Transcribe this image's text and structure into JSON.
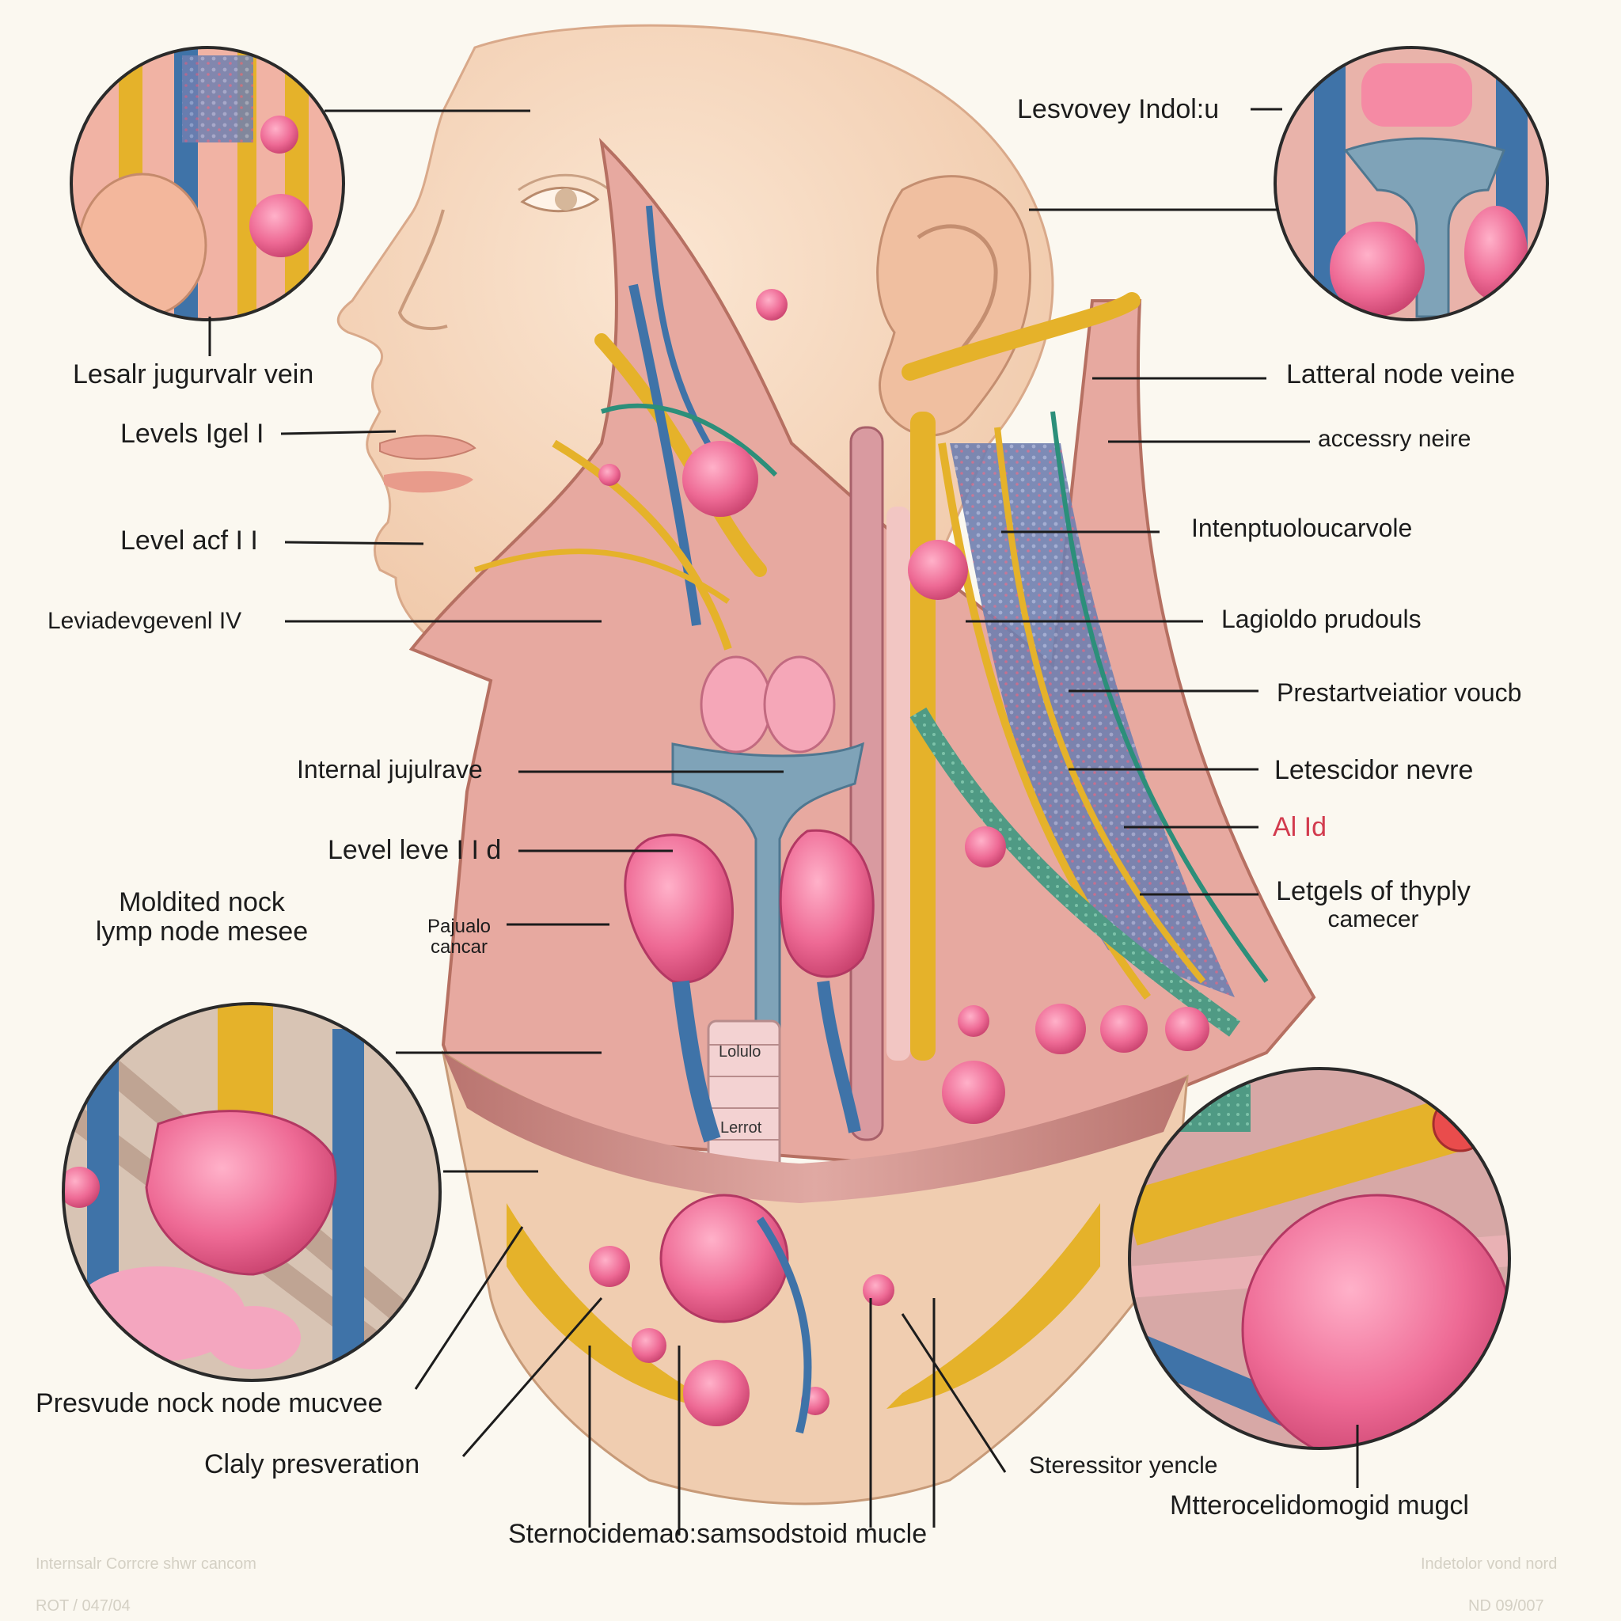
{
  "labels": {
    "left": {
      "jugular_vein": "Lesalr jugurvalr vein",
      "level_1": "Levels Igel I",
      "level_2": "Level acf I I",
      "level_4": "Leviadevgevenl IV",
      "internal_jugular": "Internal jujulrave",
      "level_ld": "Level leve I I d",
      "modified_neck_line1": "Moldited nock",
      "modified_neck_line2": "lymp node mesee",
      "papillary_line1": "Pajualo",
      "papillary_line2": "cancar",
      "preserved_node": "Presvude nock node mucvee",
      "clay_preservation": "Claly presveration",
      "sternocleidomastoid": "Sternocidemao:samsodstoid mucle"
    },
    "right": {
      "top": "Lesvovey Indol:u",
      "lateral_node": "Latteral node veine",
      "accessory": "accessry neire",
      "intern": "Intenptuoloucarvole",
      "lagioldo": "Lagioldo prudouls",
      "prestart": "Prestartveiatior voucb",
      "letescidor": "Letescidor nevre",
      "al_id": "Al Id",
      "levels_thyroid_line1": "Letgels of thyply",
      "levels_thyroid_line2": "camecer",
      "stere": "Steressitor yencle",
      "mitero": "Mtterocelidomogid mugcl"
    },
    "trachea_1": "Lolulo",
    "trachea_2": "Lerrot"
  },
  "watermarks": {
    "bottom_left_1": "Internsalr Corrcre shwr cancom",
    "bottom_left_2": "ROT / 047/04",
    "bottom_right_1": "Indetolor vond nord",
    "bottom_right_2": "ND 09/007"
  },
  "colors": {
    "background": "#fbf8f0",
    "skin": "#f5d7be",
    "muscle": "#c98a86",
    "nerve": "#e5b22a",
    "vein": "#3f73a8",
    "node": "#ee6a95",
    "cartilage": "#7fa3b8",
    "label_text": "#1c1c1c",
    "accent": "#d23b4e"
  }
}
